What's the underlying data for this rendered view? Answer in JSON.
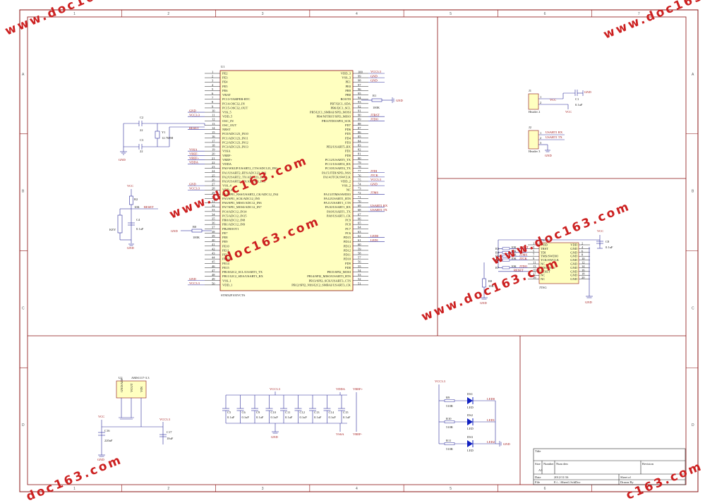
{
  "colors": {
    "frame": "#8a1010",
    "wire": "#2a2a9a",
    "chip_fill": "#ffffc0",
    "chip_border": "#8a1010",
    "pin_label": "#202020",
    "net_label": "#a01010",
    "led": "#1020c0",
    "watermark": "#cc2020"
  },
  "frame": {
    "columns": [
      "1",
      "2",
      "3",
      "4",
      "5",
      "6",
      "7"
    ],
    "rows": [
      "A",
      "B",
      "C",
      "D"
    ]
  },
  "watermark": {
    "top_left": "www.doc163.com",
    "top_right": "www.doc163.com",
    "center_upper": "www.doc163.com",
    "center_lower": "www.doc163.com",
    "mid_right": "www.doc163.com",
    "bottom_left": "doc163.com",
    "bottom_right": "c163.com",
    "bottom_center": "doc163.com"
  },
  "mcu": {
    "designator": "U1",
    "part": "STM32F103VCT6",
    "left_pins": [
      {
        "num": "1",
        "name": "PE2"
      },
      {
        "num": "2",
        "name": "PE3"
      },
      {
        "num": "3",
        "name": "PE4"
      },
      {
        "num": "4",
        "name": "PE5"
      },
      {
        "num": "5",
        "name": "PE6"
      },
      {
        "num": "6",
        "name": "VBAT"
      },
      {
        "num": "7",
        "name": "PC13-TAMPER-RTC"
      },
      {
        "num": "8",
        "name": "PC14-OSC32_IN"
      },
      {
        "num": "9",
        "name": "PC15-OSC32_OUT"
      },
      {
        "num": "10",
        "name": "VSS_5"
      },
      {
        "num": "11",
        "name": "VDD_5"
      },
      {
        "num": "12",
        "name": "OSC_IN"
      },
      {
        "num": "13",
        "name": "OSC_OUT"
      },
      {
        "num": "14",
        "name": "NRST"
      },
      {
        "num": "15",
        "name": "PC0/ADC123_IN10"
      },
      {
        "num": "16",
        "name": "PC1/ADC123_IN11"
      },
      {
        "num": "17",
        "name": "PC2/ADC123_IN12"
      },
      {
        "num": "18",
        "name": "PC3/ADC123_IN13"
      },
      {
        "num": "19",
        "name": "VSSA"
      },
      {
        "num": "20",
        "name": "VREF-"
      },
      {
        "num": "21",
        "name": "VREF+"
      },
      {
        "num": "22",
        "name": "VDDA"
      },
      {
        "num": "23",
        "name": "PA0-WKUP/USART2_CTS/ADC123_IN0"
      },
      {
        "num": "24",
        "name": "PA1/USART2_RTS/ADC123_IN1"
      },
      {
        "num": "25",
        "name": "PA2/USART2_TX/ADC123_IN2"
      },
      {
        "num": "26",
        "name": "PA3/USART2_RX/ADC123_IN3"
      },
      {
        "num": "27",
        "name": "VSS_4"
      },
      {
        "num": "28",
        "name": "VDD_4"
      },
      {
        "num": "29",
        "name": "PA4/SPI1_NSS/USART2_CK/ADC12_IN4"
      },
      {
        "num": "30",
        "name": "PA5/SPI1_SCK/ADC12_IN5"
      },
      {
        "num": "31",
        "name": "PA6/SPI1_MISO/ADC12_IN6"
      },
      {
        "num": "32",
        "name": "PA7/SPI1_MOSI/ADC12_IN7"
      },
      {
        "num": "33",
        "name": "PC4/ADC12_IN14"
      },
      {
        "num": "34",
        "name": "PC5/ADC12_IN15"
      },
      {
        "num": "35",
        "name": "PB0/ADC12_IN8"
      },
      {
        "num": "36",
        "name": "PB1/ADC12_IN9"
      },
      {
        "num": "37",
        "name": "PB2/BOOT1"
      },
      {
        "num": "38",
        "name": "PE7"
      },
      {
        "num": "39",
        "name": "PE8"
      },
      {
        "num": "40",
        "name": "PE9"
      },
      {
        "num": "41",
        "name": "PE10"
      },
      {
        "num": "42",
        "name": "PE11"
      },
      {
        "num": "43",
        "name": "PE12"
      },
      {
        "num": "44",
        "name": "PE13"
      },
      {
        "num": "45",
        "name": "PE14"
      },
      {
        "num": "46",
        "name": "PE15"
      },
      {
        "num": "47",
        "name": "PB10/I2C2_SCL/USART3_TX"
      },
      {
        "num": "48",
        "name": "PB11/I2C2_SDA/USART3_RX"
      },
      {
        "num": "49",
        "name": "VSS_1"
      },
      {
        "num": "50",
        "name": "VDD_1"
      }
    ],
    "right_pins": [
      {
        "num": "100",
        "name": "VDD_3"
      },
      {
        "num": "99",
        "name": "VSS_3"
      },
      {
        "num": "98",
        "name": "PE1"
      },
      {
        "num": "97",
        "name": "PE0"
      },
      {
        "num": "96",
        "name": "PB9"
      },
      {
        "num": "95",
        "name": "PB8"
      },
      {
        "num": "94",
        "name": "BOOT0"
      },
      {
        "num": "93",
        "name": "PB7/I2C1_SDA"
      },
      {
        "num": "92",
        "name": "PB6/I2C1_SCL"
      },
      {
        "num": "91",
        "name": "PB5/I2C1_SMBAI/SPI3_MOSI"
      },
      {
        "num": "90",
        "name": "PB4/NJTRST/SPI3_MISO"
      },
      {
        "num": "89",
        "name": "PB3/JTDO/SPI3_SCK"
      },
      {
        "num": "88",
        "name": "PD7"
      },
      {
        "num": "87",
        "name": "PD6"
      },
      {
        "num": "86",
        "name": "PD5"
      },
      {
        "num": "85",
        "name": "PD4"
      },
      {
        "num": "84",
        "name": "PD3"
      },
      {
        "num": "83",
        "name": "PD2/USART5_RX"
      },
      {
        "num": "82",
        "name": "PD1"
      },
      {
        "num": "81",
        "name": "PD0"
      },
      {
        "num": "80",
        "name": "PC12/USART5_TX"
      },
      {
        "num": "79",
        "name": "PC11/USART4_RX"
      },
      {
        "num": "78",
        "name": "PC10/USART4_TX"
      },
      {
        "num": "77",
        "name": "PA15/JTDI/SPI3_NSS"
      },
      {
        "num": "76",
        "name": "PA14/JTCK/SWCLK"
      },
      {
        "num": "75",
        "name": "VDD_2"
      },
      {
        "num": "74",
        "name": "VSS_2"
      },
      {
        "num": "73",
        "name": "NC"
      },
      {
        "num": "72",
        "name": "PA13/JTMS/SWDIO"
      },
      {
        "num": "71",
        "name": "PA12/USART1_RTS"
      },
      {
        "num": "70",
        "name": "PA11/USART1_CTS"
      },
      {
        "num": "69",
        "name": "PA10/USART1_RX"
      },
      {
        "num": "68",
        "name": "PA9/USART1_TX"
      },
      {
        "num": "67",
        "name": "PA8/USART1_CK"
      },
      {
        "num": "66",
        "name": "PC9"
      },
      {
        "num": "65",
        "name": "PC8"
      },
      {
        "num": "64",
        "name": "PC7"
      },
      {
        "num": "63",
        "name": "PC6"
      },
      {
        "num": "62",
        "name": "PD15"
      },
      {
        "num": "61",
        "name": "PD14"
      },
      {
        "num": "60",
        "name": "PD13"
      },
      {
        "num": "59",
        "name": "PD12"
      },
      {
        "num": "58",
        "name": "PD11"
      },
      {
        "num": "57",
        "name": "PD10"
      },
      {
        "num": "56",
        "name": "PD9"
      },
      {
        "num": "55",
        "name": "PD8"
      },
      {
        "num": "54",
        "name": "PB15/SPI2_MOSI"
      },
      {
        "num": "53",
        "name": "PB14/SPI2_MISO/USART3_RTS"
      },
      {
        "num": "52",
        "name": "PB13/SPI2_SCK/USART3_CTS"
      },
      {
        "num": "51",
        "name": "PB12/SPI2_NSS/I2C2_SMBAI/USART3_CK"
      }
    ],
    "left_nets": [
      {
        "pin_index": 9,
        "text": "GND"
      },
      {
        "pin_index": 10,
        "text": "VCC3.3"
      },
      {
        "pin_index": 13,
        "text": "RESET"
      },
      {
        "pin_index": 18,
        "text": "VSSA"
      },
      {
        "pin_index": 19,
        "text": "VREF-"
      },
      {
        "pin_index": 20,
        "text": "VREF+"
      },
      {
        "pin_index": 21,
        "text": "VDDA"
      },
      {
        "pin_index": 26,
        "text": "GND"
      },
      {
        "pin_index": 27,
        "text": "VCC3.3"
      },
      {
        "pin_index": 48,
        "text": "GND"
      },
      {
        "pin_index": 49,
        "text": "VCC3.3"
      }
    ],
    "right_nets": [
      {
        "pin_index": 0,
        "text": "VCC3.3"
      },
      {
        "pin_index": 1,
        "text": "GND"
      },
      {
        "pin_index": 2,
        "text": "GND"
      },
      {
        "pin_index": 10,
        "text": "JTRST"
      },
      {
        "pin_index": 11,
        "text": "JTDO"
      },
      {
        "pin_index": 23,
        "text": "JTDI"
      },
      {
        "pin_index": 24,
        "text": "JTCK"
      },
      {
        "pin_index": 25,
        "text": "VCC3.3"
      },
      {
        "pin_index": 26,
        "text": "GND"
      },
      {
        "pin_index": 28,
        "text": "JTMS"
      },
      {
        "pin_index": 31,
        "text": "USART1 RX"
      },
      {
        "pin_index": 32,
        "text": "USART1 TX"
      },
      {
        "pin_index": 38,
        "text": "LED0"
      },
      {
        "pin_index": 39,
        "text": "LED1"
      }
    ]
  },
  "osc": {
    "c2": {
      "designator": "C2",
      "value": "22"
    },
    "c3": {
      "designator": "C3",
      "value": "22"
    },
    "xtal": {
      "designator": "Y1",
      "value": "12.768M"
    },
    "gnd": "GND"
  },
  "reset": {
    "vcc": "VCC",
    "r_designator": "R2",
    "r_value": "10K",
    "net": "RESET",
    "cap_designator": "C4",
    "cap_value": "0.1uF",
    "key": "KEY",
    "gnd": "GND"
  },
  "boot": {
    "r0": {
      "designator": "R0",
      "value": "100K"
    },
    "r1": {
      "designator": "R1",
      "value": "100K"
    },
    "gnd": "GND"
  },
  "power_header": {
    "designator": "J1",
    "part": "Header 2",
    "pins": [
      "1",
      "2"
    ],
    "net": "VCC",
    "cap_designator": "C1",
    "cap_value": "0.1uF",
    "gnd": "GND",
    "vcc": "VCC"
  },
  "uart_header": {
    "designator": "J2",
    "part": "Header 3",
    "pins": [
      "1",
      "2",
      "3"
    ],
    "nets": [
      "USART1 RX",
      "USART1 TX"
    ],
    "gnd": "GND"
  },
  "jtag": {
    "designator": "JTAG1",
    "part": "JTAG",
    "left_pins": [
      "VDD",
      "TRST",
      "TDI",
      "TMS/SWDIO",
      "TCK/SWCLK",
      "NC",
      "TDO/SWO",
      "RESET",
      "NC",
      "NC"
    ],
    "right_pins": [
      "VDD",
      "GND",
      "GND",
      "GND",
      "GND",
      "GND",
      "GND",
      "GND",
      "GND",
      "GND"
    ],
    "left_nums": [
      "1",
      "3",
      "5",
      "7",
      "9",
      "11",
      "13",
      "15",
      "17",
      "19"
    ],
    "right_nums": [
      "2",
      "4",
      "6",
      "8",
      "10",
      "12",
      "14",
      "16",
      "18",
      "20"
    ],
    "nets": [
      "JTRST",
      "JTDI",
      "JTMS",
      "JTCK",
      "JTDO",
      "RESET"
    ],
    "r_designators": [
      "R3",
      "R4",
      "R5",
      "R6",
      "R7"
    ],
    "r_value": "10K",
    "r8": {
      "designator": "R8",
      "value": "10K"
    },
    "vcc": "VCC",
    "cap_designator": "C8",
    "cap_value": "0.1uF",
    "gnd": "GND"
  },
  "regulator": {
    "designator": "U2",
    "part": "AMS1117-3.3",
    "pins": [
      "GND/ADJ",
      "VOUT",
      "VIN"
    ],
    "vin": "VCC",
    "vout": "VCC3.3",
    "c16": {
      "designator": "C16",
      "value": "220uF"
    },
    "c17": {
      "designator": "C17",
      "value": "10uF"
    },
    "gnd": "GND"
  },
  "decoupling": {
    "vcc": "VCC3.3",
    "vdda": "VDDA",
    "vref": "VREF+",
    "vssa": "VSSA",
    "vref_minus": "VREF-",
    "gnd": "GND",
    "caps": [
      {
        "designator": "C5",
        "value": "0.1uF"
      },
      {
        "designator": "C6",
        "value": "0.1uF"
      },
      {
        "designator": "C9",
        "value": "0.1uF"
      },
      {
        "designator": "C10",
        "value": "0.1uF"
      },
      {
        "designator": "C11",
        "value": "0.1uF"
      },
      {
        "designator": "C12",
        "value": "0.1uF"
      },
      {
        "designator": "C13",
        "value": "0.1uF"
      },
      {
        "designator": "C14",
        "value": "0.1uF"
      },
      {
        "designator": "C15",
        "value": "0.1uF"
      }
    ]
  },
  "leds": {
    "vcc": "VCC3.3",
    "gnd": "GND",
    "items": [
      {
        "r": "R9",
        "r_value": "510R",
        "d": "DS1",
        "d_part": "LED",
        "net": "LED0",
        "label": "LED0"
      },
      {
        "r": "R10",
        "r_value": "510R",
        "d": "DS2",
        "d_part": "LED",
        "net": "LED1",
        "label": "LED1"
      },
      {
        "r": "R11",
        "r_value": "510R",
        "d": "DS3",
        "d_part": "LED",
        "net": "",
        "label": "LED2"
      }
    ]
  },
  "title_block": {
    "title_label": "Title",
    "size_label": "Size",
    "size_value": "A3",
    "number_label": "Number",
    "number_value": "Num den",
    "revision_label": "Revision",
    "date_label": "Date",
    "date_value": "2012/11/16",
    "file_label": "File",
    "file_value": "E:\\...\\Sheet1.SchDoc",
    "sheet_label": "Sheet  of",
    "drawn_label": "Drawn By"
  }
}
